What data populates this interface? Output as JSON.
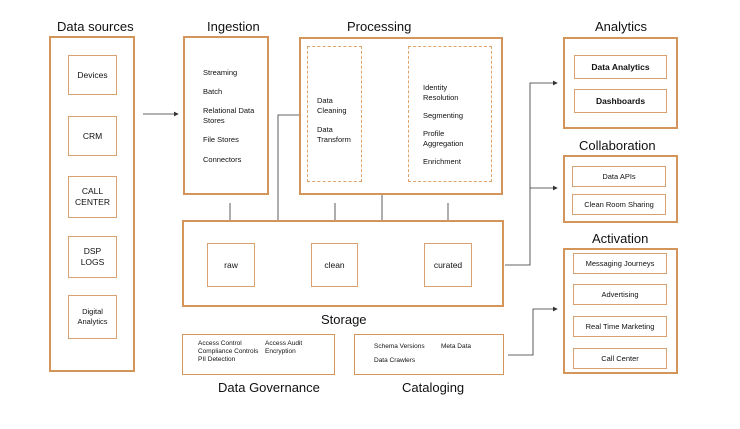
{
  "data_sources": {
    "title": "Data sources",
    "items": [
      "Devices",
      "CRM",
      "CALL CENTER",
      "DSP LOGS",
      "Digital Analytics"
    ]
  },
  "ingestion": {
    "title": "Ingestion",
    "items": [
      "Streaming",
      "Batch",
      "Relational Data Stores",
      "File Stores",
      "Connectors"
    ]
  },
  "processing": {
    "title": "Processing",
    "left_items": [
      "Data Cleaning",
      "Data Transform"
    ],
    "right_items": [
      "Identity Resolution",
      "Segmenting",
      "Profile Aggregation",
      "Enrichment"
    ]
  },
  "storage": {
    "title": "Storage",
    "items": [
      "raw",
      "clean",
      "curated"
    ]
  },
  "analytics": {
    "title": "Analytics",
    "items": [
      "Data Analytics",
      "Dashboards"
    ]
  },
  "collaboration": {
    "title": "Collaboration",
    "items": [
      "Data APIs",
      "Clean Room Sharing"
    ]
  },
  "activation": {
    "title": "Activation",
    "items": [
      "Messaging Journeys",
      "Advertising",
      "Real Time Marketing",
      "Call Center"
    ]
  },
  "data_governance": {
    "title": "Data Governance",
    "left_items": [
      "Access Control",
      "Compliance Controls",
      "PII Detection"
    ],
    "right_items": [
      "Access Audit",
      "Encryption"
    ]
  },
  "cataloging": {
    "title": "Cataloging",
    "items": [
      "Schema Versions",
      "Meta Data",
      "Data Crawlers"
    ]
  },
  "colors": {
    "border": "#d4955a",
    "line": "#333333"
  }
}
